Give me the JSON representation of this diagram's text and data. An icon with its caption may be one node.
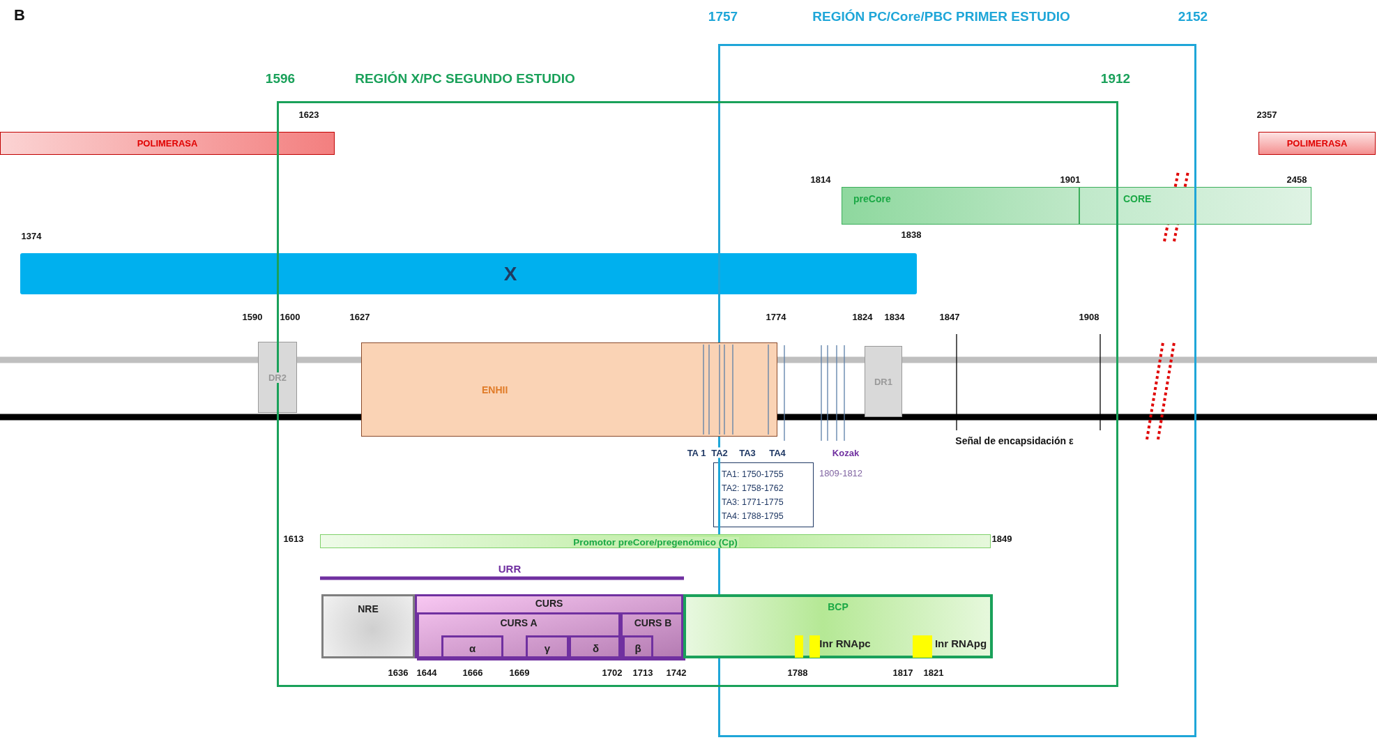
{
  "diagram": {
    "nodes": [
      {
        "text": [
          "REGIÓN PC/Core/PBC PRIMER ESTUDIO"
        ],
        "beside": [
          "1757",
          "2152"
        ]
      },
      {
        "text": [
          "REGIÓN X/PC SEGUNDO ESTUDIO"
        ],
        "beside": [
          "1596"
        ]
      },
      {
        "text": [
          "POLIMERASA"
        ]
      },
      {
        "text": [
          "POLIMERASA"
        ],
        "beside": [
          "2357"
        ]
      },
      {
        "text": [
          "preCore"
        ]
      },
      {
        "text": [
          "CORE"
        ],
        "beside": [
          "1901",
          "2458"
        ]
      },
      {
        "text": [
          "X"
        ],
        "beside": [
          "1374"
        ]
      },
      {
        "text": [
          "DR2"
        ],
        "beside": [
          "1590"
        ]
      },
      {
        "text": [
          "ENHII"
        ],
        "in": 1
      },
      {
        "text": [
          "DR1"
        ]
      },
      {
        "text": [
          "TA1: 1750-1755",
          "TA2: 1758-1762",
          "TA3: 1771-1775",
          "TA4: 1788-1795"
        ]
      },
      {
        "text": [
          "Promotor preCore/pregenómico (Cp)"
        ],
        "beside": [
          "1849"
        ],
        "in": 1
      },
      {
        "text": [
          "NRE"
        ],
        "in": 1
      },
      {
        "text": [
          "CURS"
        ],
        "in": 1
      },
      {
        "text": [
          "CURS A"
        ],
        "in": 13
      },
      {
        "text": [
          "CURS B"
        ],
        "in": 13
      },
      {
        "text": [
          "α"
        ],
        "in": 14
      },
      {
        "text": [
          "γ"
        ],
        "in": 14
      },
      {
        "text": [
          "δ"
        ],
        "in": 14
      },
      {
        "text": [
          "β"
        ],
        "in": 15
      },
      {
        "text": [
          "BCP"
        ],
        "in": 1
      },
      {
        "text": [],
        "shape": "bar",
        "in": 20
      },
      {
        "text": [],
        "shape": "bar",
        "in": 20,
        "beside": [
          "Inr RNApc"
        ]
      },
      {
        "text": [],
        "shape": "bar",
        "in": 20,
        "beside": [
          "Inr RNApg"
        ]
      }
    ],
    "labels": [
      "B",
      "1847",
      "1908",
      "Señal de encapsidación ε",
      "TA 1",
      "TA2",
      "TA3",
      "TA4",
      "Kozak",
      "1809-1812",
      "URR",
      "1636",
      "1644",
      "1666",
      "1669",
      "1702",
      "1713",
      "1742",
      "1788",
      "1817",
      "1821",
      "1912",
      "1623",
      "1814",
      "1838",
      "1600",
      "1627",
      "1774",
      "1824",
      "1834",
      "1613"
    ]
  }
}
